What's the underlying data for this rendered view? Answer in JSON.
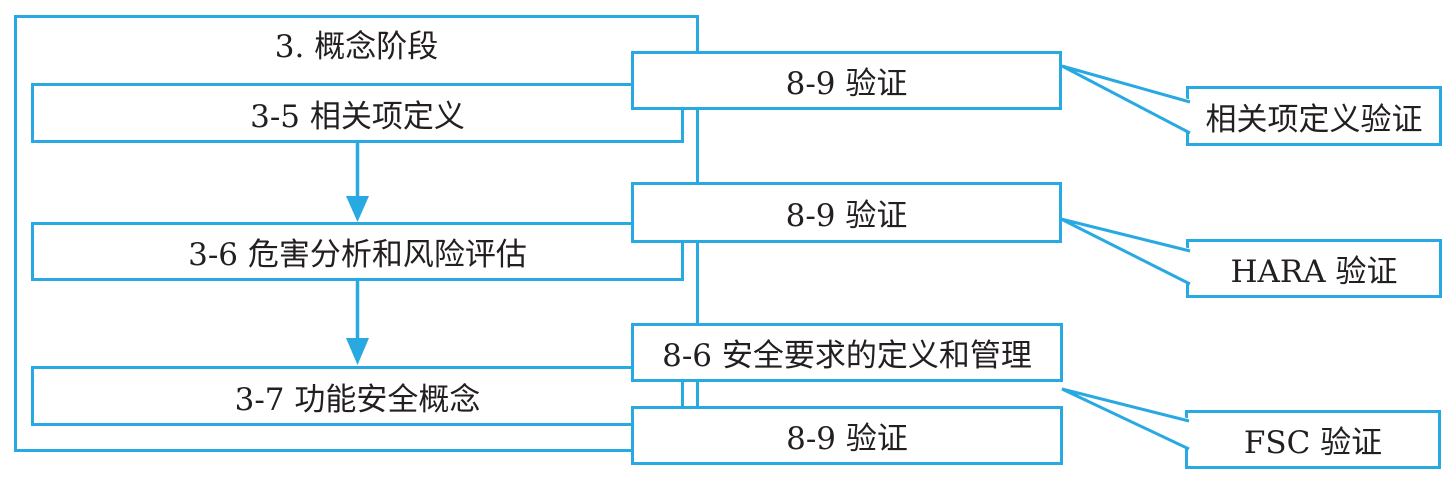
{
  "diagram": {
    "title": "3. 概念阶段",
    "phase_boxes": [
      {
        "label": "3-5 相关项定义"
      },
      {
        "label": "3-6 危害分析和风险评估"
      },
      {
        "label": "3-7 功能安全概念"
      }
    ],
    "support_boxes": [
      {
        "label": "8-9 验证"
      },
      {
        "label": "8-9 验证"
      },
      {
        "label": "8-6 安全要求的定义和管理"
      },
      {
        "label": "8-9 验证"
      }
    ],
    "callout_boxes": [
      {
        "label": "相关项定义验证"
      },
      {
        "label": "HARA 验证"
      },
      {
        "label": "FSC 验证"
      }
    ],
    "colors": {
      "line_blue": "#29a9e1",
      "text": "#231f20",
      "background": "#ffffff"
    }
  }
}
